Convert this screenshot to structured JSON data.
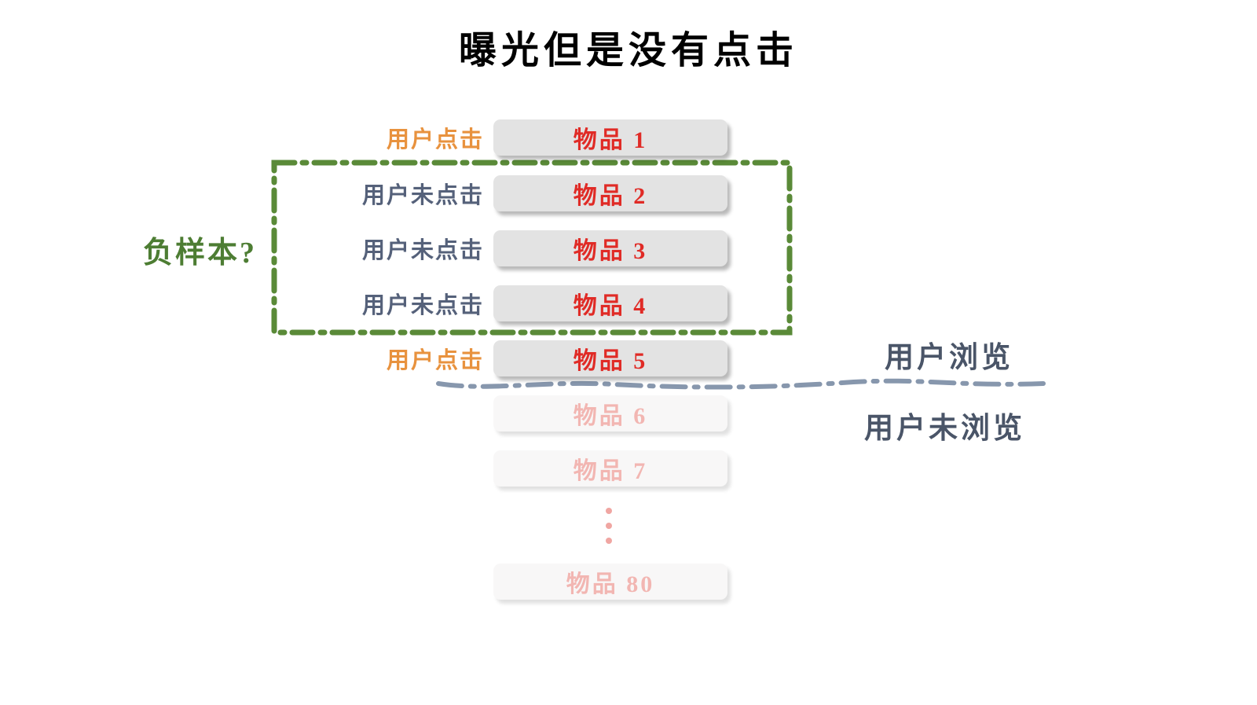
{
  "title": "曝光但是没有点击",
  "rows": [
    {
      "label": "用户点击",
      "item": "物品 1"
    },
    {
      "label": "用户未点击",
      "item": "物品 2"
    },
    {
      "label": "用户未点击",
      "item": "物品 3"
    },
    {
      "label": "用户未点击",
      "item": "物品 4"
    },
    {
      "label": "用户点击",
      "item": "物品 5"
    },
    {
      "label": "",
      "item": "物品 6"
    },
    {
      "label": "",
      "item": "物品 7"
    },
    {
      "label": "",
      "item": "物品 80"
    }
  ],
  "annotations": {
    "negative_sample": "负样本?",
    "browsed": "用户浏览",
    "not_browsed": "用户未浏览"
  },
  "colors": {
    "title": "#000000",
    "click_label": "#E8923E",
    "noclick_label": "#55617A",
    "item_text": "#E02B26",
    "item_text_faded": "#F2B6B2",
    "box_bg": "#E3E3E3",
    "box_bg_faded": "#F8F7F7",
    "negative_box_stroke": "#5A8A38",
    "negative_label": "#4D7D33",
    "browse_line": "#8797AD",
    "browse_labels": "#4A5568"
  }
}
